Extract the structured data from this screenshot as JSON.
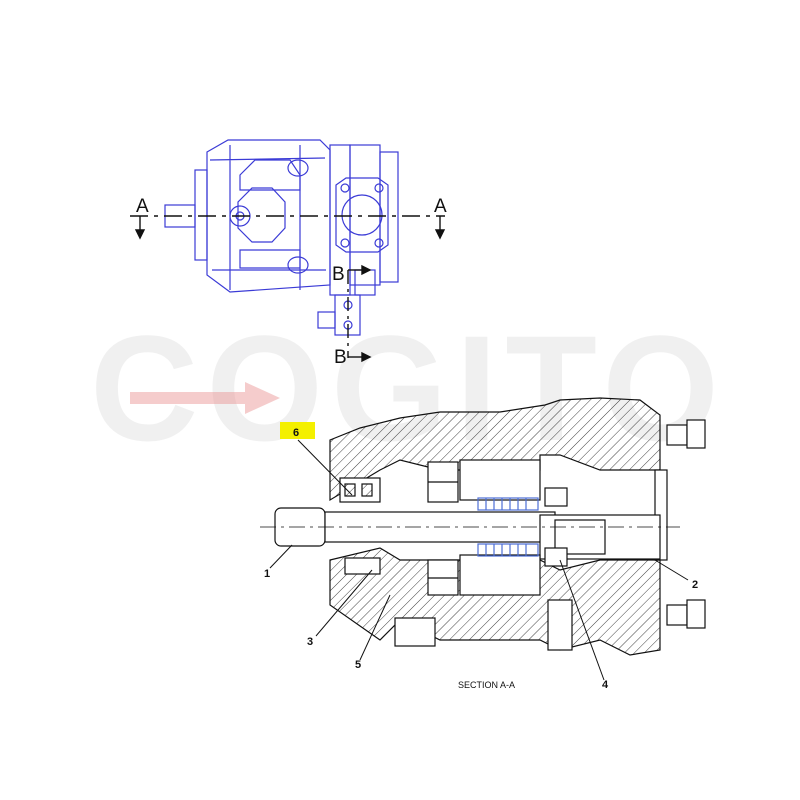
{
  "watermark": {
    "text": "COGITO"
  },
  "top_view": {
    "section_mark_left": "A",
    "section_mark_right": "A",
    "section_mark_b_top": "B",
    "section_mark_b_bottom": "B"
  },
  "section_view": {
    "caption": "SECTION A-A",
    "callouts": [
      {
        "number": "1"
      },
      {
        "number": "2"
      },
      {
        "number": "3"
      },
      {
        "number": "4"
      },
      {
        "number": "5"
      },
      {
        "number": "6",
        "highlighted": true
      }
    ]
  },
  "colors": {
    "top_view_lines": "#3b3bd6",
    "section_lines": "#111111",
    "highlight": "#f4f000",
    "spring": "#4d6fd6",
    "watermark_arrow": "#ec9a9a"
  }
}
